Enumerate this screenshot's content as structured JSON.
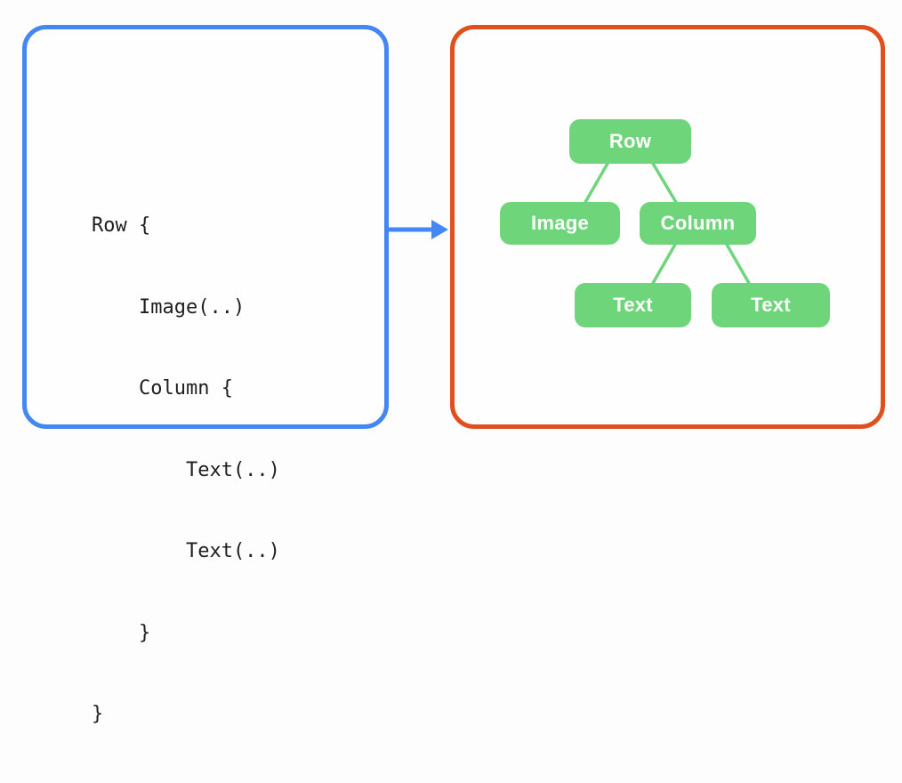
{
  "figure": {
    "description": "Compose code snippet mapped to its UI tree"
  },
  "code_panel": {
    "border_color": "#4587F2",
    "code_lines": [
      "Row {",
      "    Image(..)",
      "    Column {",
      "        Text(..)",
      "        Text(..)",
      "    }",
      "}"
    ]
  },
  "arrow": {
    "color": "#4587F2",
    "direction": "right"
  },
  "tree_panel": {
    "border_color": "#E0501E",
    "node_fill_color": "#6FD57B",
    "node_text_color": "#FFFFFF",
    "edge_color": "#6FD57B",
    "nodes": [
      {
        "id": "row",
        "label": "Row"
      },
      {
        "id": "image",
        "label": "Image"
      },
      {
        "id": "column",
        "label": "Column"
      },
      {
        "id": "text1",
        "label": "Text"
      },
      {
        "id": "text2",
        "label": "Text"
      }
    ],
    "edges": [
      {
        "from": "row",
        "to": "image"
      },
      {
        "from": "row",
        "to": "column"
      },
      {
        "from": "column",
        "to": "text1"
      },
      {
        "from": "column",
        "to": "text2"
      }
    ]
  }
}
